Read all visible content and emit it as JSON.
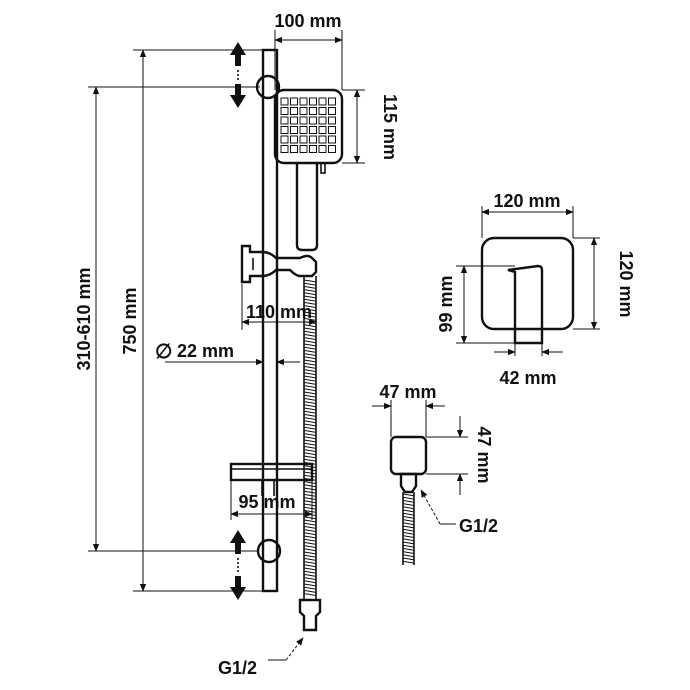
{
  "dimensions": {
    "showerhead_width": "100 mm",
    "showerhead_height": "115 mm",
    "adjust_range": "310-610 mm",
    "rail_length": "750 mm",
    "holder_depth": "110 mm",
    "rail_diameter": "22 mm",
    "shelf_depth": "95 mm",
    "plate_width": "120 mm",
    "plate_height": "120 mm",
    "lever_height": "99 mm",
    "lever_width": "42 mm",
    "outlet_width": "47 mm",
    "outlet_height": "47 mm"
  },
  "symbols": {
    "diameter": "∅"
  },
  "threads": {
    "hose_connection": "G1/2",
    "outlet_connection": "G1/2"
  },
  "colors": {
    "ink": "#111111",
    "background": "#ffffff"
  }
}
